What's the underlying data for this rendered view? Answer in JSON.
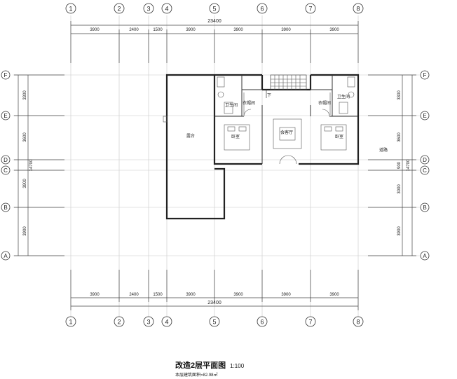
{
  "plan": {
    "vertical_axes": [
      "1",
      "2",
      "3",
      "4",
      "5",
      "6",
      "7",
      "8"
    ],
    "horizontal_axes": [
      "F",
      "E",
      "D",
      "C",
      "B",
      "A"
    ],
    "top_segments": [
      "3900",
      "2400",
      "1500",
      "3900",
      "3900",
      "3900",
      "3900"
    ],
    "top_total": "23400",
    "bottom_segments": [
      "3900",
      "2400",
      "1500",
      "3900",
      "3900",
      "3900",
      "3900"
    ],
    "bottom_total": "23400",
    "left_segments": [
      "3300",
      "3600",
      "3900",
      "3900"
    ],
    "left_extra": "14700",
    "right_segments": [
      "3300",
      "3600",
      "900",
      "3000",
      "3900"
    ],
    "right_extra": "14700",
    "rooms": {
      "terrace": "露台",
      "bathroom_left": "卫生间",
      "closet_left": "衣帽间",
      "bedroom_left": "卧室",
      "lounge": "会客厅",
      "stair_down": "下",
      "closet_right": "衣帽间",
      "bathroom_right": "卫生间",
      "bedroom_right": "卧室",
      "road": "道路"
    }
  },
  "title": {
    "text": "改造2层平面图",
    "scale": "1:100",
    "area_note": "本层建筑面积=82.98㎡"
  }
}
